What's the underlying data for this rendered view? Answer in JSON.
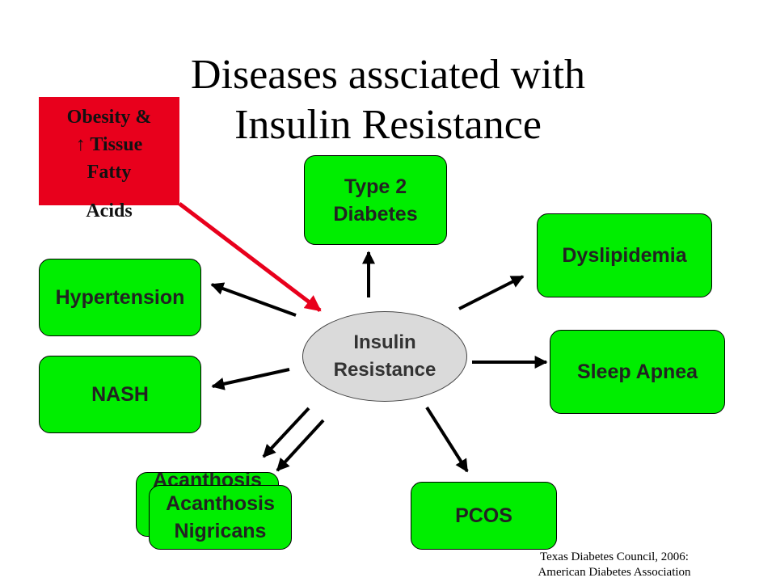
{
  "title": {
    "line1": "Diseases assciated with",
    "line2": "Insulin Resistance"
  },
  "center": {
    "line1": "Insulin",
    "line2": "Resistance"
  },
  "factor": {
    "line1": "Obesity &",
    "arrow_symbol": "↑",
    "line2": "Tissue",
    "line3": "Fatty",
    "line4": "Acids"
  },
  "diseases": {
    "type2": {
      "line1": "Type 2",
      "line2": "Diabetes"
    },
    "dyslipidemia": "Dyslipidemia",
    "hypertension": "Hypertension",
    "sleep_apnea": "Sleep Apnea",
    "nash": "NASH",
    "acanthosis_back": "Acanthosis",
    "acanthosis": {
      "line1": "Acanthosis",
      "line2": "Nigricans"
    },
    "pcos": "PCOS"
  },
  "source": {
    "line1": "Texas Diabetes Council, 2006:",
    "line2": "American Diabetes Association"
  },
  "colors": {
    "box_fill": "#00ee00",
    "factor_fill": "#e8001c",
    "center_fill": "#dadada",
    "factor_arrow": "#e8001c"
  }
}
